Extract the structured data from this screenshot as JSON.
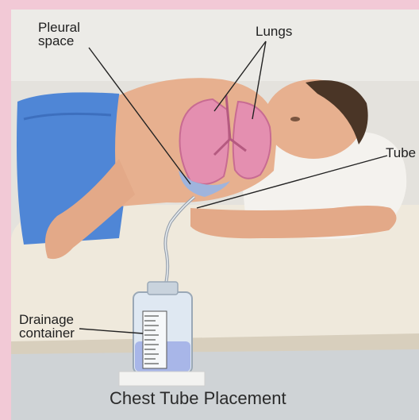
{
  "labels": {
    "pleural": "Pleural\nspace",
    "lungs": "Lungs",
    "tube": "Tube",
    "drainage": "Drainage\ncontainer"
  },
  "caption": "Chest Tube Placement",
  "colors": {
    "border": "#f2c9d6",
    "background": "#e4e2dd",
    "blanket": "#4f86d6",
    "skin": "#e7b08f",
    "lung": "#e48fb0",
    "pleural_fluid": "#9fb4dd",
    "pillow": "#f4f2ee",
    "mattress": "#efe9dc",
    "bottle_fluid": "#a8b6e8"
  }
}
